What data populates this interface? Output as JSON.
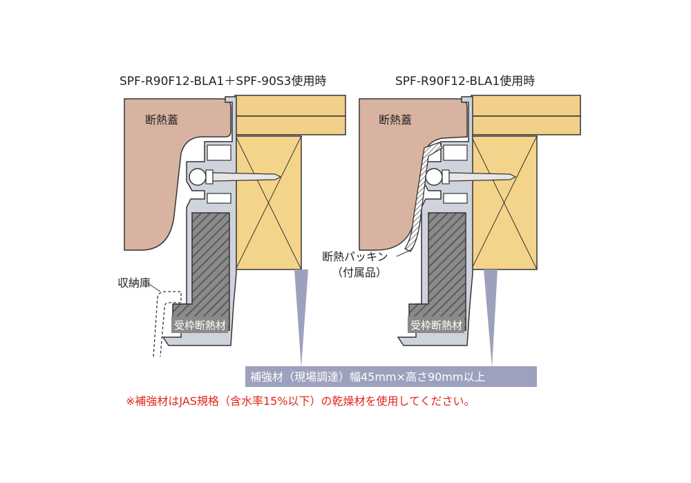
{
  "diagrams": [
    {
      "title": "SPF-R90F12-BLA1＋SPF-90S3使用時",
      "lid_label": "断熱蓋",
      "storage_label": "収納庫",
      "frame_insulation_label": "受枠断熱材"
    },
    {
      "title": "SPF-R90F12-BLA1使用時",
      "lid_label": "断熱蓋",
      "packing_label_line1": "断熱パッキン",
      "packing_label_line2": "（付属品）",
      "frame_insulation_label": "受枠断熱材"
    }
  ],
  "banner_text": "補強材（現場調達）幅45mm×高さ90mm以上",
  "note_text": "※補強材はJAS規格（含水率15%以下）の乾燥材を使用してください。",
  "colors": {
    "lid": "#d9b3a1",
    "wood": "#f4d48b",
    "floor_wood": "#f2d08a",
    "metal": "#cfd3dc",
    "insulation": "#7c7c7c",
    "banner": "#9da1bd",
    "note": "#e0251b"
  }
}
